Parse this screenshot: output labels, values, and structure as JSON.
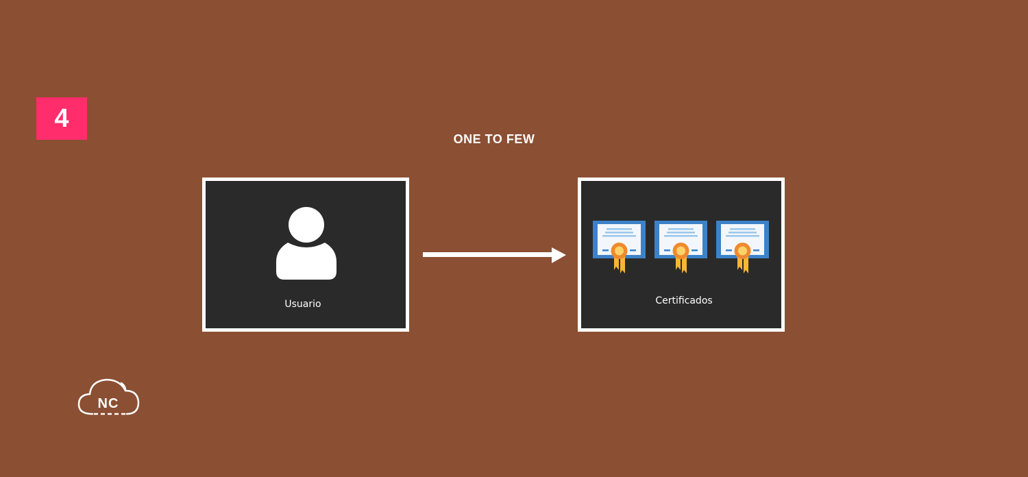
{
  "step": {
    "number": "4"
  },
  "title": "ONE TO FEW",
  "source": {
    "label": "Usuario",
    "icon": "user-icon"
  },
  "target": {
    "label": "Certificados",
    "icon": "certificate-icon",
    "count": 3
  },
  "logo": {
    "text": "NC",
    "icon": "cloud-logo-icon"
  },
  "colors": {
    "background": "#8b4f33",
    "badge": "#ff2d6b",
    "box_fill": "#2a2a2a",
    "box_border": "#ffffff",
    "certificate_frame": "#3d82c8",
    "ribbon": "#f7b733"
  }
}
